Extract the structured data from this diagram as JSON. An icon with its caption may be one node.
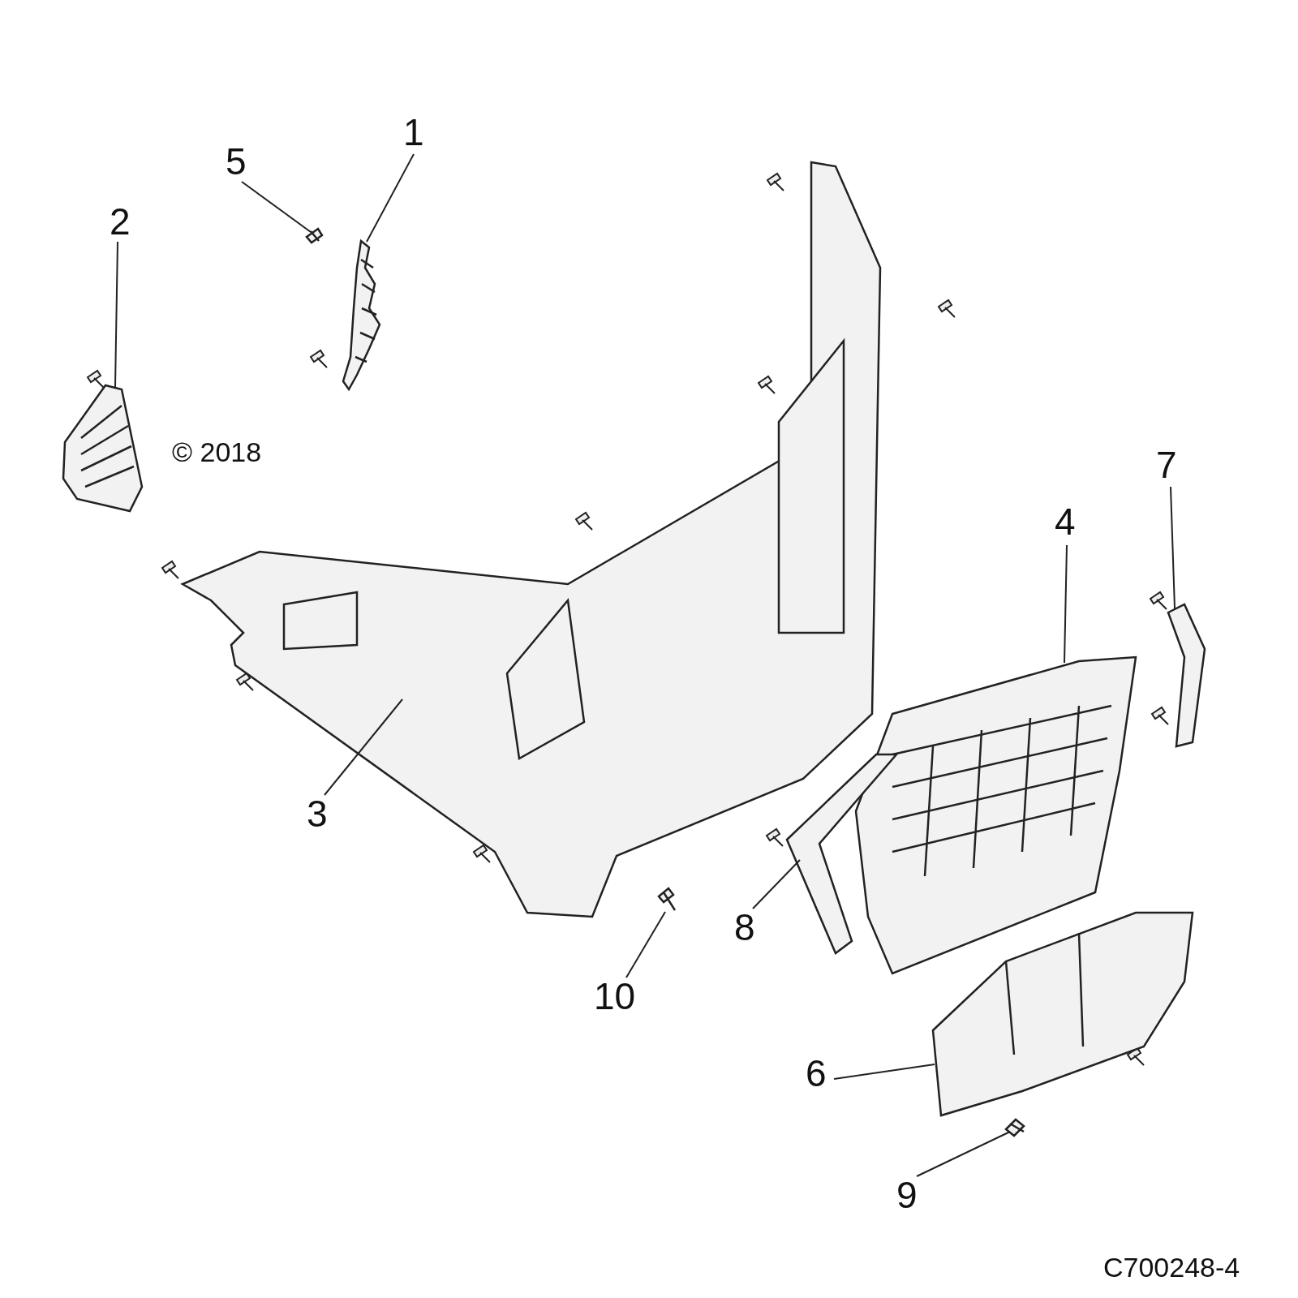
{
  "diagram": {
    "nodes": [
      {
        "text": [
          "1"
        ]
      },
      {
        "text": [
          "2"
        ]
      },
      {
        "text": [
          "3"
        ]
      },
      {
        "text": [
          "4"
        ]
      },
      {
        "text": [
          "5"
        ]
      },
      {
        "text": [
          "6"
        ]
      },
      {
        "text": [
          "7"
        ]
      },
      {
        "text": [
          "8"
        ]
      },
      {
        "text": [
          "9"
        ]
      },
      {
        "text": [
          "10"
        ]
      },
      {
        "text": [],
        "shape": "picture"
      },
      {
        "text": [],
        "shape": "picture"
      },
      {
        "text": [],
        "shape": "picture"
      },
      {
        "text": [],
        "shape": "picture"
      },
      {
        "text": [],
        "shape": "picture"
      },
      {
        "text": [],
        "shape": "picture"
      },
      {
        "text": [],
        "shape": "picture"
      },
      {
        "text": [],
        "shape": "picture"
      },
      {
        "text": [],
        "shape": "picture"
      },
      {
        "text": [],
        "shape": "picture"
      }
    ],
    "edges": [
      {
        "from": 0,
        "to": 10,
        "arrow": "none"
      },
      {
        "from": 1,
        "to": 11,
        "arrow": "none"
      },
      {
        "from": 2,
        "to": 12,
        "arrow": "none"
      },
      {
        "from": 3,
        "to": 13,
        "arrow": "none"
      },
      {
        "from": 4,
        "to": 14,
        "arrow": "none"
      },
      {
        "from": 5,
        "to": 15,
        "arrow": "none"
      },
      {
        "from": 6,
        "to": 16,
        "arrow": "none"
      },
      {
        "from": 7,
        "to": 17,
        "arrow": "none"
      },
      {
        "from": 8,
        "to": 18,
        "arrow": "none"
      },
      {
        "from": 9,
        "to": 19,
        "arrow": "none"
      }
    ],
    "labels": [
      "© 2018",
      "C700248-4"
    ]
  }
}
